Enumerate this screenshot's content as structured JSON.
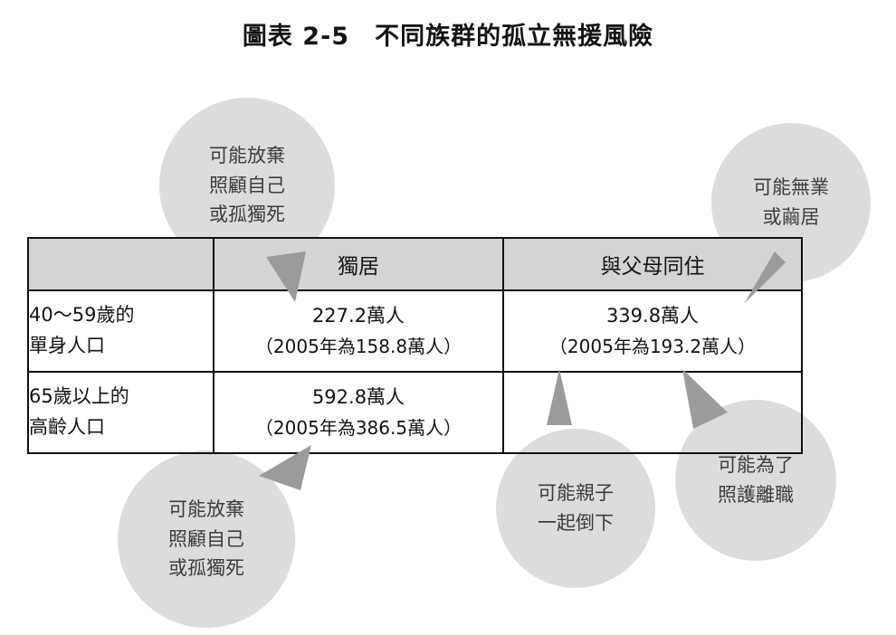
{
  "figure": {
    "title": "圖表 2-5　不同族群的孤立無援風險",
    "bubble_fill": "#dcdcdc",
    "header_fill": "#d4d4d4",
    "pointer_fill": "#9b9b9b",
    "border_color": "#111111"
  },
  "table": {
    "headers": [
      "",
      "獨居",
      "與父母同住"
    ],
    "rows": [
      {
        "label_lines": [
          "40～59歲的",
          "單身人口"
        ],
        "cells": [
          {
            "main": "227.2萬人",
            "sub": "（2005年為158.8萬人）"
          },
          {
            "main": "339.8萬人",
            "sub": "（2005年為193.2萬人）"
          }
        ]
      },
      {
        "label_lines": [
          "65歲以上的",
          "高齡人口"
        ],
        "cells": [
          {
            "main": "592.8萬人",
            "sub": "（2005年為386.5萬人）"
          }
        ]
      }
    ]
  },
  "callouts": [
    {
      "id": "top-left",
      "lines": [
        "可能放棄",
        "照顧自己",
        "或孤獨死"
      ]
    },
    {
      "id": "top-right",
      "lines": [
        "可能無業",
        "或繭居"
      ]
    },
    {
      "id": "bottom-left",
      "lines": [
        "可能放棄",
        "照顧自己",
        "或孤獨死"
      ]
    },
    {
      "id": "bottom-center",
      "lines": [
        "可能親子",
        "一起倒下"
      ]
    },
    {
      "id": "bottom-right",
      "lines": [
        "可能為了",
        "照護離職"
      ]
    }
  ]
}
